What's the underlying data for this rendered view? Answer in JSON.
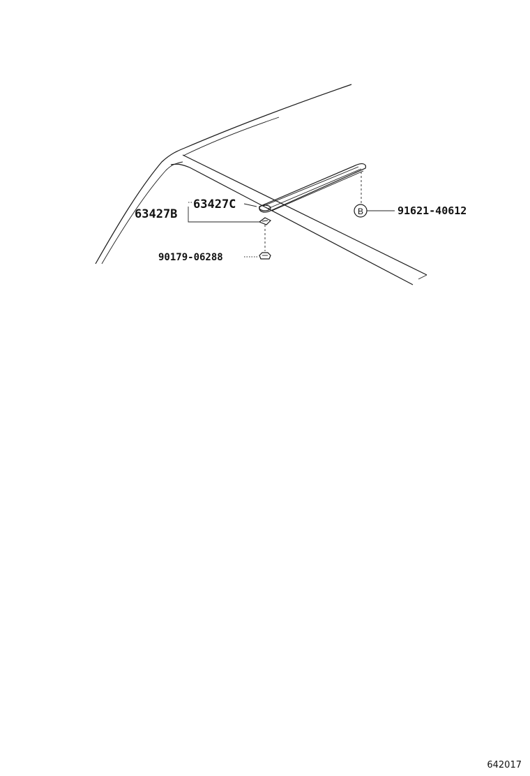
{
  "parts": {
    "part_63427C": "63427C",
    "part_63427B": "63427B",
    "part_91621_40612": "91621-40612",
    "part_90179_06288": "90179-06288"
  },
  "markers": {
    "marker_b": "B"
  },
  "diagram_id": "642017"
}
